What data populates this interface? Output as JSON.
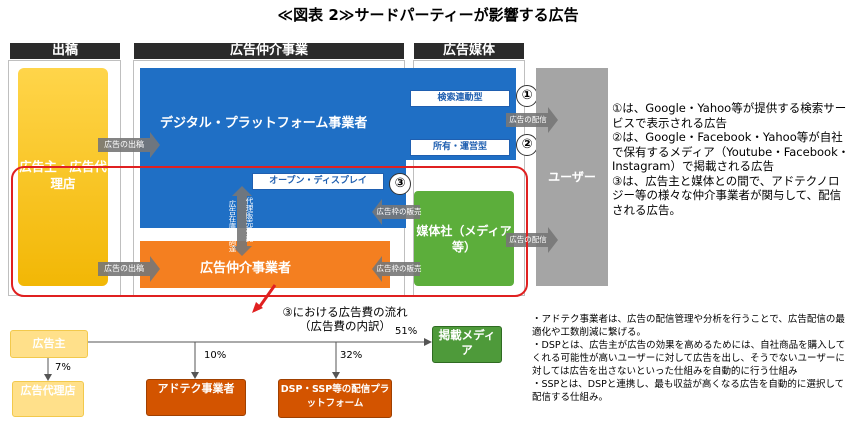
{
  "title": "≪図表 2≫サードパーティーが影響する広告",
  "headers": {
    "shukko": "出稿",
    "chukai": "広告仲介事業",
    "baitai": "広告媒体"
  },
  "boxes": {
    "advertiser": "広告主・広告代理店",
    "digital_platform": "デジタル・プラットフォーム事業者",
    "ad_intermediary": "広告仲介事業者",
    "media": "媒体社（メディア等）",
    "user": "ユーザー"
  },
  "tags": {
    "search": "検索連動型",
    "owned": "所有・運営型",
    "open_display": "オープン・ディスプレイ"
  },
  "arrows": {
    "ad_placement_1": "広告の出稿",
    "ad_placement_2": "広告の出稿",
    "ad_delivery_1": "広告の配信",
    "ad_delivery_2": "広告の配信",
    "inventory_sale_1": "広告枠の販売",
    "inventory_sale_2": "広告枠の販売",
    "vertical_1": "広告在庫の調達",
    "vertical_2": "代理販売委託"
  },
  "numbers": [
    "①",
    "②",
    "③"
  ],
  "notes": [
    "①は、Google・Yahoo等が提供する検索サービスで表示される広告",
    "②は、Google・Facebook・Yahoo等が自社で保有するメディア（Youtube・Facebook・Instagram）で掲載される広告",
    "③は、広告主と媒体との間で、アドテクノロジー等の様々な仲介事業者が関与して、配信される広告。"
  ],
  "flow": {
    "caption_line1": "③における広告費の流れ",
    "caption_line2": "（広告費の内訳）",
    "advertiser": "広告主",
    "agency": "広告代理店",
    "adtech": "アドテク事業者",
    "dsp_ssp": "DSP・SSP等の配信プラットフォーム",
    "media": "掲載メディア",
    "pct_agency": "7%",
    "pct_adtech": "10%",
    "pct_dsp": "32%",
    "pct_media": "51%"
  },
  "definitions": [
    "・アドテク事業者は、広告の配信管理や分析を行うことで、広告配信の最適化や工数削減に繋げる。",
    "・DSPとは、広告主が広告の効果を高めるためには、自社商品を購入してくれる可能性が高いユーザーに対して広告を出し、そうでないユーザーに対しては広告を出さないといった仕組みを自動的に行う仕組み",
    "・SSPとは、DSPと連携し、最も収益が高くなる広告を自動的に選択して配信する仕組み。"
  ],
  "colors": {
    "yellow": "#f2b705",
    "blue": "#1f6fc5",
    "orange": "#f47f20",
    "green": "#5cae3b",
    "gray": "#a5a5a5",
    "red": "#e02020"
  }
}
